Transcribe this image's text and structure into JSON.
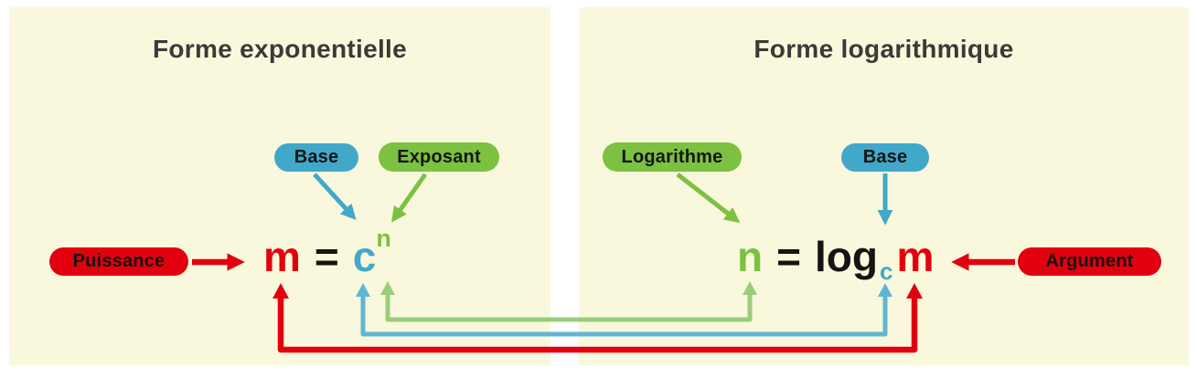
{
  "colors": {
    "page_bg": "#FFFFFF",
    "panel_bg": "#FAF8DC",
    "title_text": "#3A3A39",
    "pill_text": "#161412",
    "equation_text": "#161412",
    "red": "#E2000F",
    "teal": "#41A8C9",
    "green": "#7CC142",
    "teal_light": "#5FB6D4",
    "green_light": "#9BCC7C"
  },
  "exponential_panel": {
    "title": "Forme exponentielle",
    "pills": {
      "base": "Base",
      "exponent": "Exposant",
      "power": "Puissance"
    },
    "equation": {
      "power": "m",
      "equals": "=",
      "base": "c",
      "exponent": "n"
    }
  },
  "logarithmic_panel": {
    "title": "Forme logarithmique",
    "pills": {
      "logarithm": "Logarithme",
      "base": "Base",
      "argument": "Argument"
    },
    "equation": {
      "logarithm": "n",
      "equals": "=",
      "operator": "log",
      "base": "c",
      "argument": "m"
    }
  }
}
